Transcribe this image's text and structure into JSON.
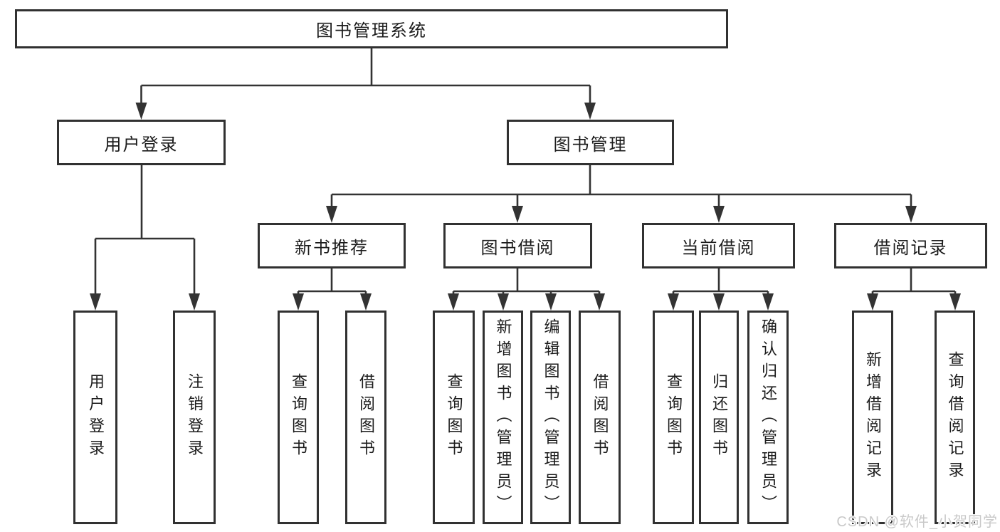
{
  "tree": {
    "root": {
      "label": "图书管理系统"
    },
    "branches": [
      {
        "label": "用户登录",
        "children": [
          {
            "label": "用户登录"
          },
          {
            "label": "注销登录"
          }
        ]
      },
      {
        "label": "图书管理",
        "children": [
          {
            "label": "新书推荐",
            "children": [
              {
                "label": "查询图书"
              },
              {
                "label": "借阅图书"
              }
            ]
          },
          {
            "label": "图书借阅",
            "children": [
              {
                "label": "查询图书"
              },
              {
                "label": "新增图书（管理员）"
              },
              {
                "label": "编辑图书（管理员）"
              },
              {
                "label": "借阅图书"
              }
            ]
          },
          {
            "label": "当前借阅",
            "children": [
              {
                "label": "查询图书"
              },
              {
                "label": "归还图书"
              },
              {
                "label": "确认归还（管理员）"
              }
            ]
          },
          {
            "label": "借阅记录",
            "children": [
              {
                "label": "新增借阅记录"
              },
              {
                "label": "查询借阅记录"
              }
            ]
          }
        ]
      }
    ]
  },
  "watermark": {
    "text": "CSDN @软件_小贺同学"
  },
  "colors": {
    "line": "#333333",
    "box_border": "#313131",
    "text": "#1c1c1c",
    "watermark": "#c9c9c9",
    "background": "#ffffff"
  }
}
